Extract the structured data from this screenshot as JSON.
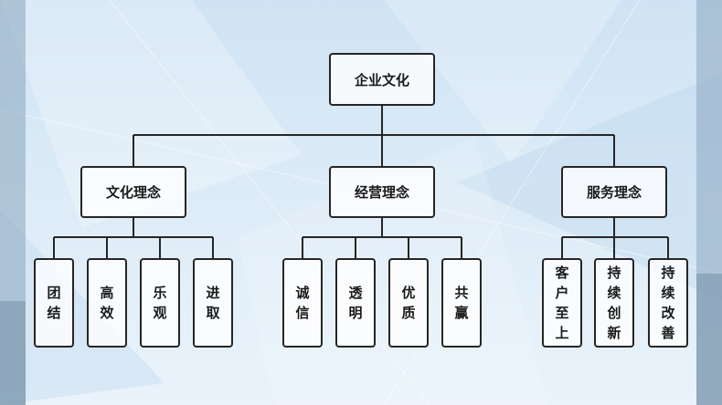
{
  "root": {
    "label": "企业文化"
  },
  "groups": [
    {
      "label": "文化理念",
      "children": [
        "团结",
        "高效",
        "乐观",
        "进取"
      ]
    },
    {
      "label": "经营理念",
      "children": [
        "诚信",
        "透明",
        "优质",
        "共赢"
      ]
    },
    {
      "label": "服务理念",
      "children": [
        "客户至上",
        "持续创新",
        "持续改善"
      ]
    }
  ]
}
